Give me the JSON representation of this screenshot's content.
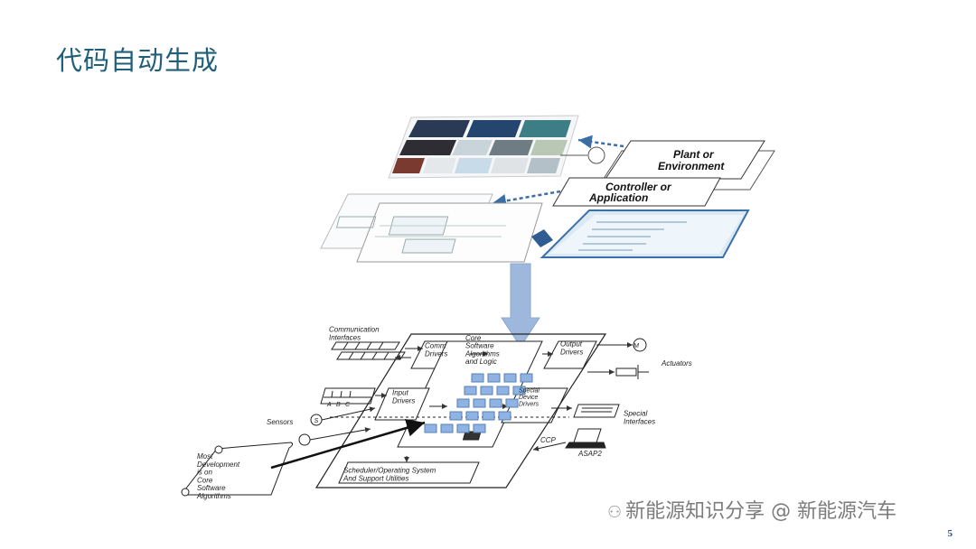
{
  "slide": {
    "title": "代码自动生成",
    "page_number": "5",
    "watermark": "新能源知识分享 @ 新能源汽车",
    "watermark_icon": "wechat-icon"
  },
  "diagram": {
    "top": {
      "plant_label": "Plant or Environment",
      "controller_label": "Controller or Application"
    },
    "bottom": {
      "communication_interfaces": "Communication Interfaces",
      "comm_drivers": "Comm Drivers",
      "core_algorithms": "Core Software Algorithms and Logic",
      "output_drivers": "Output Drivers",
      "actuators": "Actuators",
      "input_drivers": "Input Drivers",
      "special_device_drivers": "Special Device Drivers",
      "special_interfaces": "Special Interfaces",
      "sensors": "Sensors",
      "ccp": "CCP",
      "asap2": "ASAP2",
      "scheduler": "Scheduler/Operating System And Support Utilities",
      "note": "Most Development is on Core Software Algorithms",
      "motor_symbol": "M",
      "sensor_symbol": "S",
      "abc": [
        "A",
        "B",
        "C"
      ]
    }
  },
  "colors": {
    "title": "#1f5f7a",
    "arrow_fill": "#9db8dc",
    "block_fill": "#8fb4e3",
    "dashed_arrow": "#3a6ea5"
  }
}
